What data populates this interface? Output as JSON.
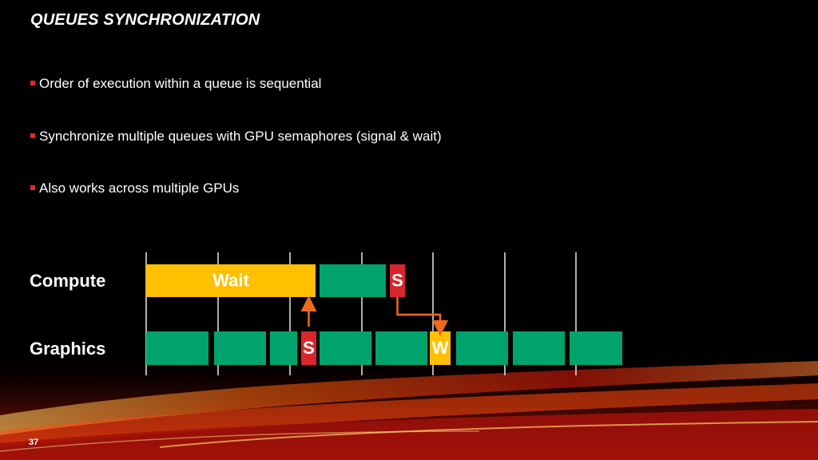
{
  "slide": {
    "title": "QUEUES SYNCHRONIZATION",
    "page_number": "37"
  },
  "bullets": [
    "Order of execution within a queue is sequential",
    "Synchronize multiple queues with GPU semaphores (signal & wait)",
    "Also works across multiple GPUs"
  ],
  "colors": {
    "bullet_marker": "#e8242a",
    "work": "#00a36c",
    "wait": "#ffc000",
    "signal": "#d9262c",
    "arrow": "#ee6a1c"
  },
  "diagram": {
    "rows": [
      {
        "label": "Compute",
        "blocks": [
          {
            "kind": "wait",
            "label": "Wait"
          },
          {
            "kind": "work",
            "label": ""
          },
          {
            "kind": "signal",
            "label": "S"
          }
        ]
      },
      {
        "label": "Graphics",
        "blocks": [
          {
            "kind": "work",
            "label": ""
          },
          {
            "kind": "work",
            "label": ""
          },
          {
            "kind": "work",
            "label": ""
          },
          {
            "kind": "signal",
            "label": "S"
          },
          {
            "kind": "work",
            "label": ""
          },
          {
            "kind": "work",
            "label": ""
          },
          {
            "kind": "wait",
            "label": "W"
          },
          {
            "kind": "work",
            "label": ""
          },
          {
            "kind": "work",
            "label": ""
          },
          {
            "kind": "work",
            "label": ""
          }
        ]
      }
    ],
    "sync_arrows": [
      {
        "from_row": 1,
        "from_block": 3,
        "to_row": 0,
        "to_block": 0
      },
      {
        "from_row": 0,
        "from_block": 2,
        "to_row": 1,
        "to_block": 6
      }
    ]
  }
}
